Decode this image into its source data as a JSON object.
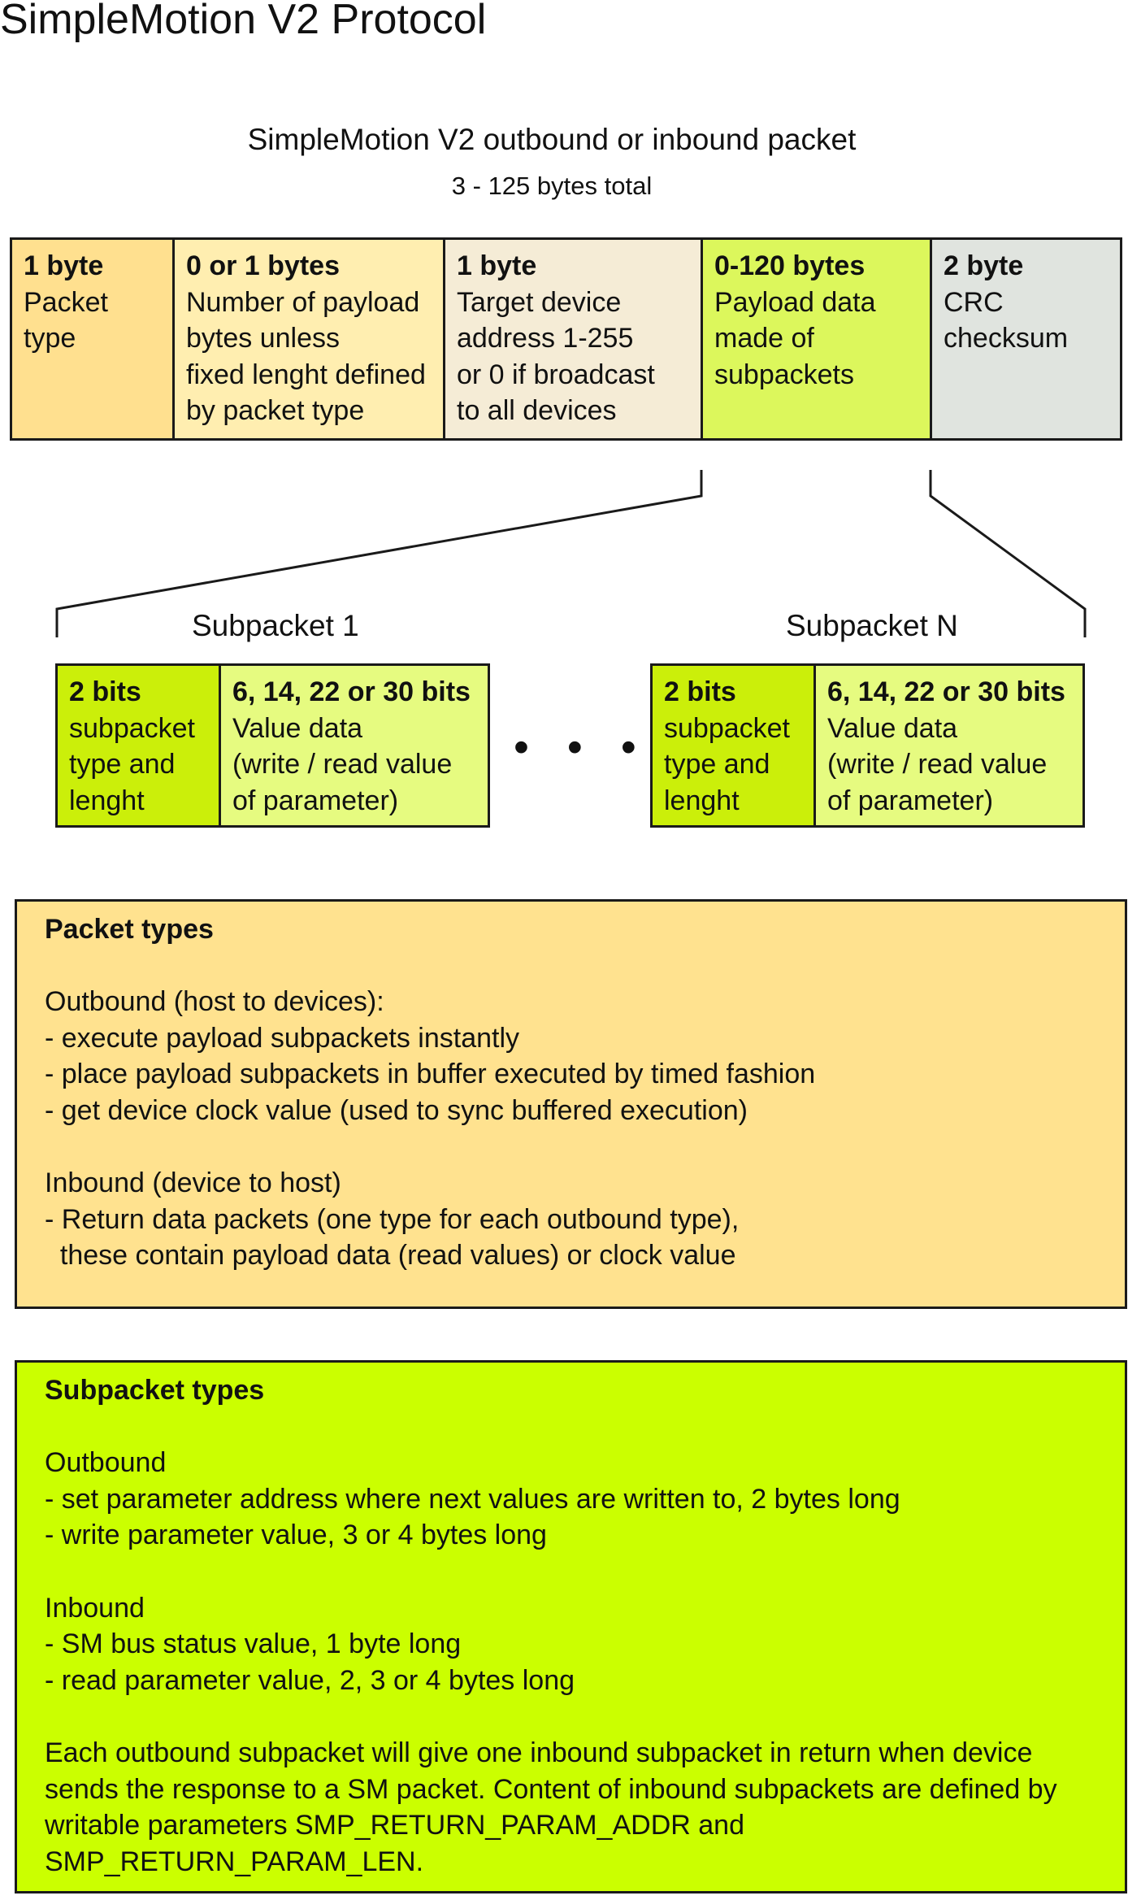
{
  "title": "SimpleMotion V2 Protocol",
  "packet": {
    "caption": "SimpleMotion V2 outbound or inbound packet",
    "total": "3 - 125 bytes total",
    "fields": [
      {
        "head": "1 byte",
        "body": "Packet\ntype",
        "color": "#ffe08f"
      },
      {
        "head": "0 or 1 bytes",
        "body": "Number of payload\nbytes unless\nfixed lenght defined\nby packet type",
        "color": "#ffeeb0"
      },
      {
        "head": "1 byte",
        "body": "Target device\naddress 1-255\nor 0 if broadcast\nto all devices",
        "color": "#f5ecd6"
      },
      {
        "head": "0-120 bytes",
        "body": "Payload data\nmade of\nsubpackets",
        "color": "#dcf75c"
      },
      {
        "head": "2 byte",
        "body": "CRC\nchecksum",
        "color": "#e0e4df"
      }
    ]
  },
  "subpackets": {
    "first_label": "Subpacket 1",
    "last_label": "Subpacket N",
    "ellipsis": "• • •",
    "type_field": {
      "head": "2 bits",
      "body": "subpacket\ntype and\nlenght",
      "color": "#cbef0a"
    },
    "value_field": {
      "head": "6, 14, 22 or 30 bits",
      "body": "Value data\n(write / read value\nof parameter)",
      "color": "#e6fb80"
    }
  },
  "packet_types": {
    "title": "Packet types",
    "color": "#ffe28f",
    "outbound_heading": "Outbound (host to devices):",
    "outbound_items": [
      "- execute payload subpackets instantly",
      "- place payload subpackets in buffer executed by timed fashion",
      "- get device clock value (used to sync buffered execution)"
    ],
    "inbound_heading": "Inbound (device to host)",
    "inbound_items": [
      "- Return data packets (one type for each outbound type),",
      "  these contain payload data (read values) or clock value"
    ]
  },
  "subpacket_types": {
    "title": "Subpacket types",
    "color": "#cbff00",
    "outbound_heading": "Outbound",
    "outbound_items": [
      "- set parameter address where next values are written to, 2 bytes long",
      "- write parameter value, 3 or 4 bytes long"
    ],
    "inbound_heading": "Inbound",
    "inbound_items": [
      "- SM bus status value, 1 byte long",
      "- read parameter value, 2, 3 or 4 bytes long"
    ],
    "note_lines": [
      "Each outbound subpacket will give one inbound subpacket in return when device",
      "sends the response to a SM packet. Content of inbound subpackets are defined by",
      "writable parameters SMP_RETURN_PARAM_ADDR and",
      "SMP_RETURN_PARAM_LEN."
    ]
  }
}
